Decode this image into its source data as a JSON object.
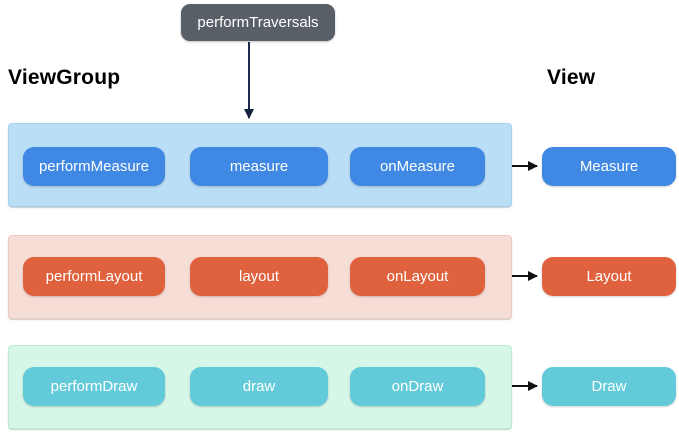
{
  "root_box": {
    "label": "performTraversals"
  },
  "column_headers": {
    "left": "ViewGroup",
    "right": "View"
  },
  "rows": [
    {
      "id": "measure",
      "group_steps": [
        "performMeasure",
        "measure",
        "onMeasure"
      ],
      "view_step": "Measure",
      "panel_color": "#badef6",
      "node_color": "#3f88e3"
    },
    {
      "id": "layout",
      "group_steps": [
        "performLayout",
        "layout",
        "onLayout"
      ],
      "view_step": "Layout",
      "panel_color": "#f6ddd6",
      "node_color": "#e0613d"
    },
    {
      "id": "draw",
      "group_steps": [
        "performDraw",
        "draw",
        "onDraw"
      ],
      "view_step": "Draw",
      "panel_color": "#d6f7e8",
      "node_color": "#63cada"
    }
  ],
  "colors": {
    "root_box_bg": "#595f66",
    "down_arrow": "#1b2b50",
    "flow_arrow": "#111111",
    "node_text": "#ffffff",
    "heading_text": "#000000",
    "background": "#ffffff"
  }
}
